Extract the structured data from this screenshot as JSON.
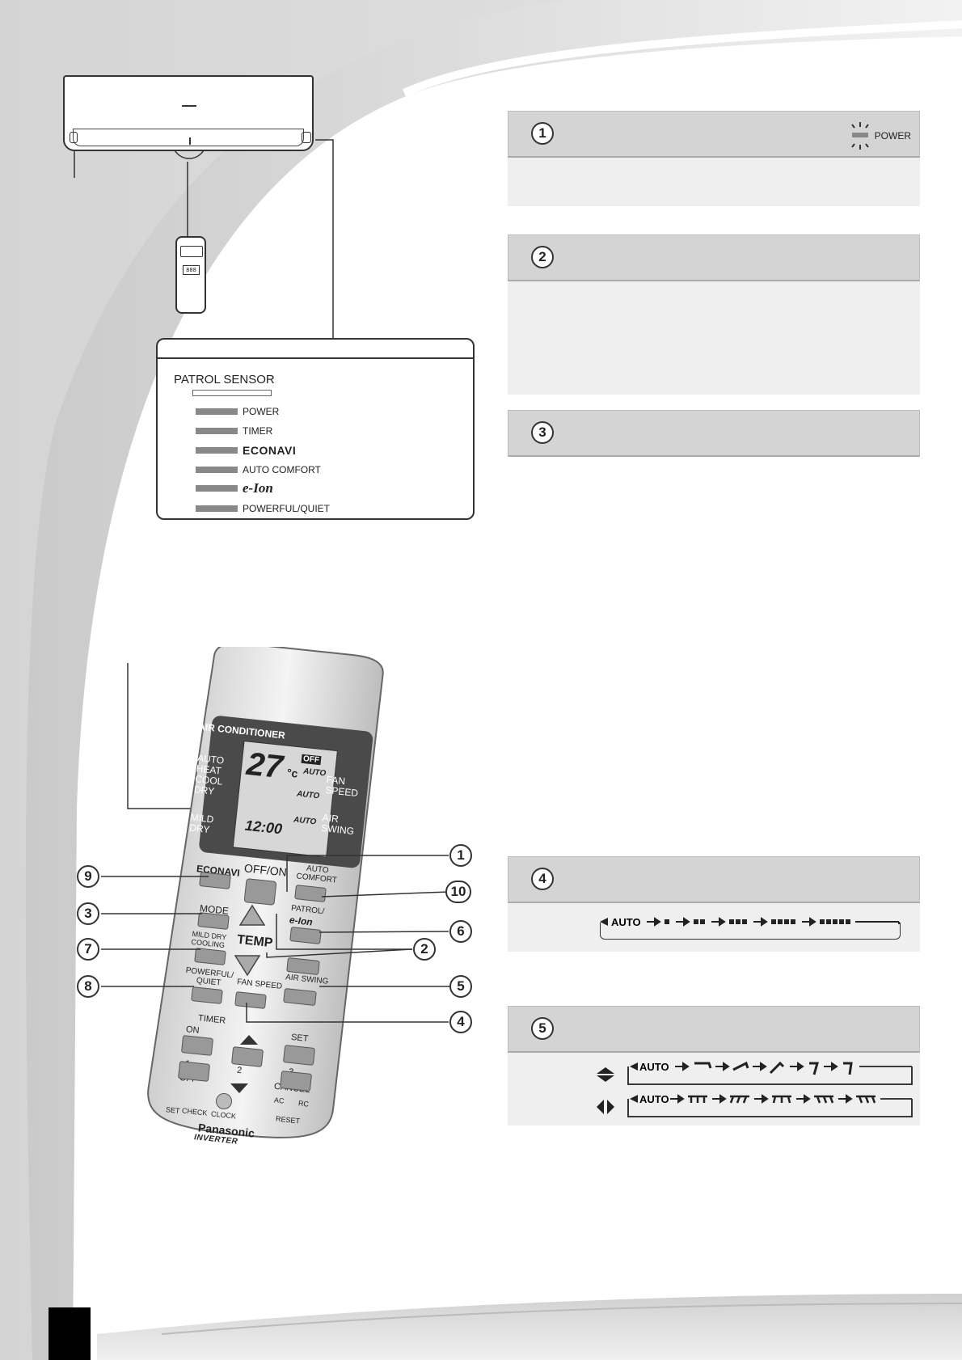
{
  "indoor_unit": {
    "power_indicator_label": "POWER"
  },
  "indicator_panel": {
    "sensor_label": "PATROL SENSOR",
    "indicators": [
      {
        "label": "POWER",
        "style": "text"
      },
      {
        "label": "TIMER",
        "style": "text"
      },
      {
        "label": "ECONAVI",
        "style": "brand"
      },
      {
        "label": "AUTO COMFORT",
        "style": "text"
      },
      {
        "label": "e-Ion",
        "style": "eion"
      },
      {
        "label": "POWERFUL/QUIET",
        "style": "text"
      }
    ]
  },
  "sections": [
    {
      "number": "1",
      "has_power_badge": true
    },
    {
      "number": "2"
    },
    {
      "number": "3"
    },
    {
      "number": "4"
    },
    {
      "number": "5"
    }
  ],
  "fan_speed_cycle": {
    "start": "AUTO",
    "steps": 5
  },
  "air_swing": {
    "vertical_cycle": {
      "start": "AUTO",
      "steps": 5
    },
    "horizontal_cycle": {
      "start": "AUTO",
      "steps": 5
    }
  },
  "remote": {
    "header": "AIR CONDITIONER",
    "lcd": {
      "modes": [
        "AUTO",
        "HEAT",
        "COOL",
        "DRY"
      ],
      "mild_dry": [
        "MILD",
        "DRY"
      ],
      "temperature": "27",
      "unit": "°c",
      "off": "OFF",
      "fan_auto": "AUTO",
      "swing_auto_1": "AUTO",
      "swing_auto_2": "AUTO",
      "fan_speed": [
        "FAN",
        "SPEED"
      ],
      "air_swing": [
        "AIR",
        "SWING"
      ],
      "clock": "12:00"
    },
    "buttons": {
      "econavi": "ECONAVI",
      "off_on": "OFF/ON",
      "auto_comfort": [
        "AUTO",
        "COMFORT"
      ],
      "mode": "MODE",
      "mild_dry_cooling": [
        "MILD DRY",
        "COOLING"
      ],
      "patrol": "PATROL/",
      "eion": "e-Ion",
      "temp": "TEMP",
      "powerful_quiet": [
        "POWERFUL/",
        "QUIET"
      ],
      "fan_speed": "FAN SPEED",
      "air_swing": "AIR SWING",
      "timer": "TIMER",
      "on": "ON",
      "off": "OFF",
      "set": "SET",
      "cancel": "CANCEL",
      "t1": "1",
      "t2": "2",
      "t3": "3"
    },
    "bottom": {
      "set": "SET",
      "check": "CHECK",
      "clock": "CLOCK",
      "ac": "AC",
      "rc": "RC",
      "reset": "RESET",
      "brand": "Panasonic",
      "inverter": "INVERTER"
    },
    "callouts": [
      "1",
      "10",
      "6",
      "2",
      "5",
      "4",
      "9",
      "3",
      "7",
      "8"
    ]
  }
}
